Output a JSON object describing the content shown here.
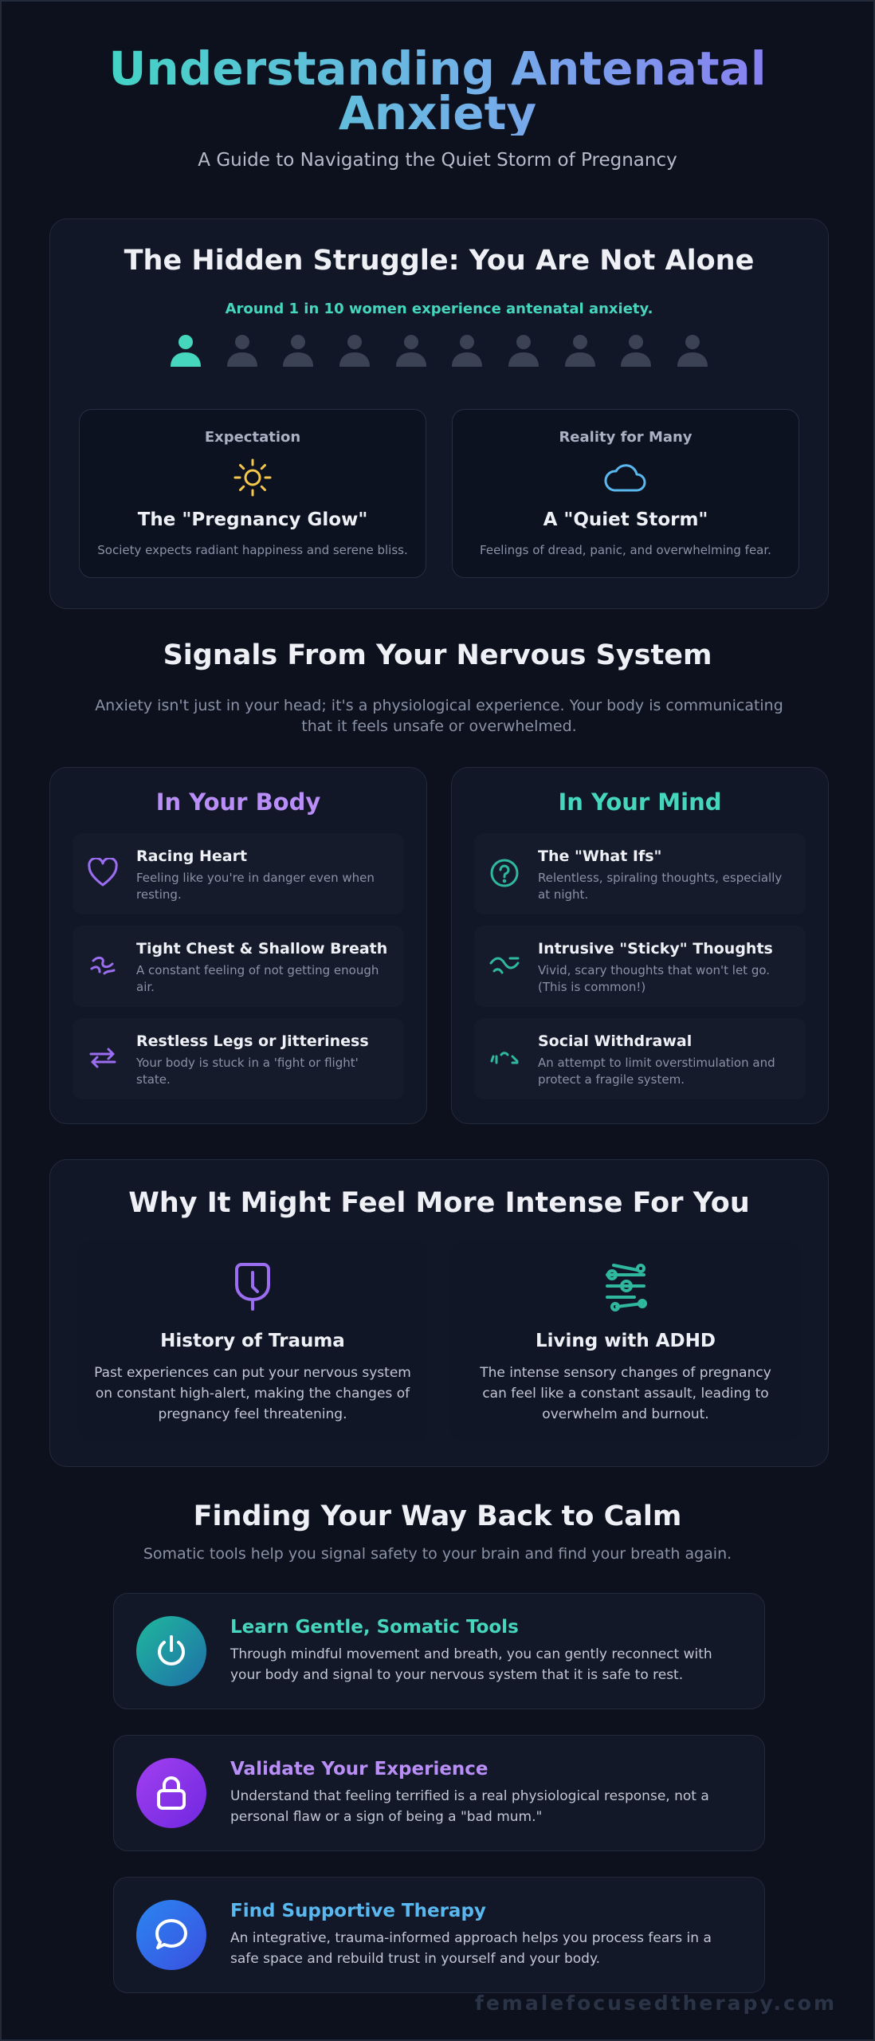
{
  "hero": {
    "title": "Understanding Antenatal Anxiety",
    "subtitle": "A Guide to Navigating the Quiet Storm of Pregnancy"
  },
  "hidden_struggle": {
    "title": "The Hidden Struggle: You Are Not Alone",
    "stat": "Around 1 in 10 women experience antenatal anxiety.",
    "highlighted_people": 1,
    "total_people": 10,
    "expectation": {
      "kicker": "Expectation",
      "icon": "sun-icon",
      "title": "The \"Pregnancy Glow\"",
      "desc": "Society expects radiant happiness and serene bliss."
    },
    "reality": {
      "kicker": "Reality for Many",
      "icon": "cloud-icon",
      "title": "A \"Quiet Storm\"",
      "desc": "Feelings of dread, panic, and overwhelming fear."
    }
  },
  "signals": {
    "title": "Signals From Your Nervous System",
    "desc": "Anxiety isn't just in your head; it's a physiological experience. Your body is communicating that it feels unsafe or overwhelmed.",
    "body": {
      "heading": "In Your Body",
      "items": [
        {
          "title": "Racing Heart",
          "desc": "Feeling like you're in danger even when resting.",
          "icon": "heart-icon"
        },
        {
          "title": "Tight Chest & Shallow Breath",
          "desc": "A constant feeling of not getting enough air.",
          "icon": "breath-icon"
        },
        {
          "title": "Restless Legs or Jitteriness",
          "desc": "Your body is stuck in a 'fight or flight' state.",
          "icon": "arrows-icon"
        }
      ]
    },
    "mind": {
      "heading": "In Your Mind",
      "items": [
        {
          "title": "The \"What Ifs\"",
          "desc": "Relentless, spiraling thoughts, especially at night.",
          "icon": "question-icon"
        },
        {
          "title": "Intrusive \"Sticky\" Thoughts",
          "desc": "Vivid, scary thoughts that won't let go. (This is common!)",
          "icon": "wave-icon"
        },
        {
          "title": "Social Withdrawal",
          "desc": "An attempt to limit overstimulation and protect a fragile system.",
          "icon": "withdraw-icon"
        }
      ]
    }
  },
  "intense": {
    "title": "Why It Might Feel More Intense For You",
    "cards": [
      {
        "title": "History of Trauma",
        "desc": "Past experiences can put your nervous system on constant high-alert, making the changes of pregnancy feel threatening.",
        "icon": "trauma-icon"
      },
      {
        "title": "Living with ADHD",
        "desc": "The intense sensory changes of pregnancy can feel like a constant assault, leading to overwhelm and burnout.",
        "icon": "sliders-icon"
      }
    ]
  },
  "calm": {
    "title": "Finding Your Way Back to Calm",
    "subtitle": "Somatic tools help you signal safety to your brain and find your breath again.",
    "items": [
      {
        "title": "Learn Gentle, Somatic Tools",
        "desc": "Through mindful movement and breath, you can gently reconnect with your body and signal to your nervous system that it is safe to rest.",
        "icon": "power-icon",
        "color": "#45d6bd"
      },
      {
        "title": "Validate Your Experience",
        "desc": "Understand that feeling terrified is a real physiological response, not a personal flaw or a sign of being a \"bad mum.\"",
        "icon": "lock-icon",
        "color": "#b98ef7"
      },
      {
        "title": "Find Supportive Therapy",
        "desc": "An integrative, trauma-informed approach helps you process fears in a safe space and rebuild trust in yourself and your body.",
        "icon": "chat-icon",
        "color": "#5ab8f0"
      }
    ]
  },
  "footer": {
    "text": "femalefocusedtherapy.com"
  },
  "colors": {
    "background": "#0c111d",
    "teal": "#45d6bd",
    "purple": "#b98ef7",
    "blue": "#5ab8f0",
    "sun": "#f5c84c",
    "muted_person": "#3a4254"
  }
}
